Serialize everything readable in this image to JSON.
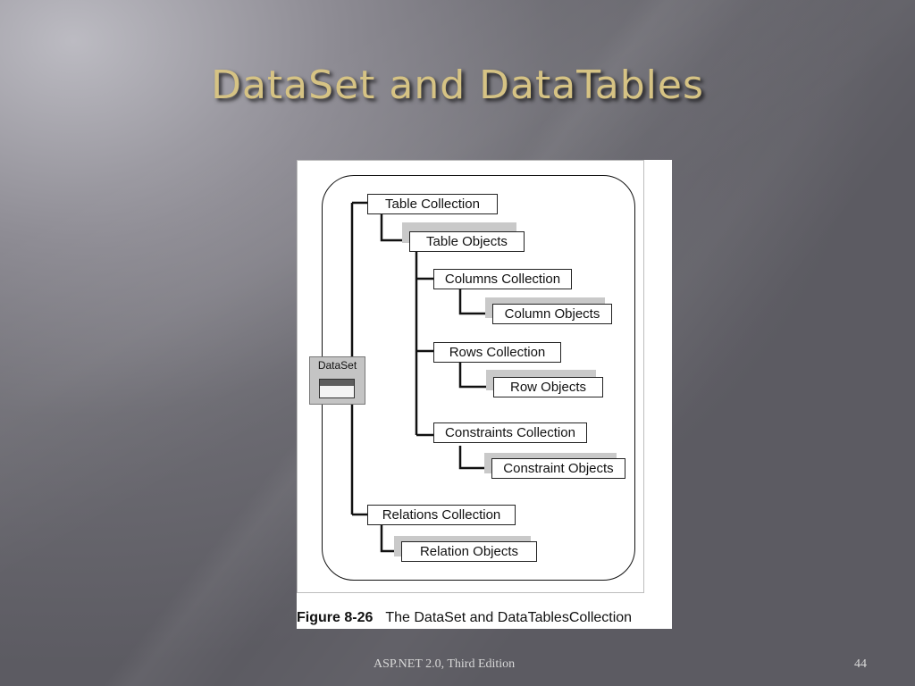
{
  "slide": {
    "title": "DataSet and DataTables",
    "footer_text": "ASP.NET 2.0, Third Edition",
    "page_number": "44"
  },
  "figure": {
    "dataset_label": "DataSet",
    "nodes": {
      "table_collection": "Table Collection",
      "table_objects": "Table Objects",
      "columns_collection": "Columns Collection",
      "column_objects": "Column Objects",
      "rows_collection": "Rows Collection",
      "row_objects": "Row Objects",
      "constraints_collection": "Constraints Collection",
      "constraint_objects": "Constraint Objects",
      "relations_collection": "Relations Collection",
      "relation_objects": "Relation Objects"
    },
    "caption_number": "Figure 8-26",
    "caption_text": "The DataSet and DataTablesCollection"
  }
}
